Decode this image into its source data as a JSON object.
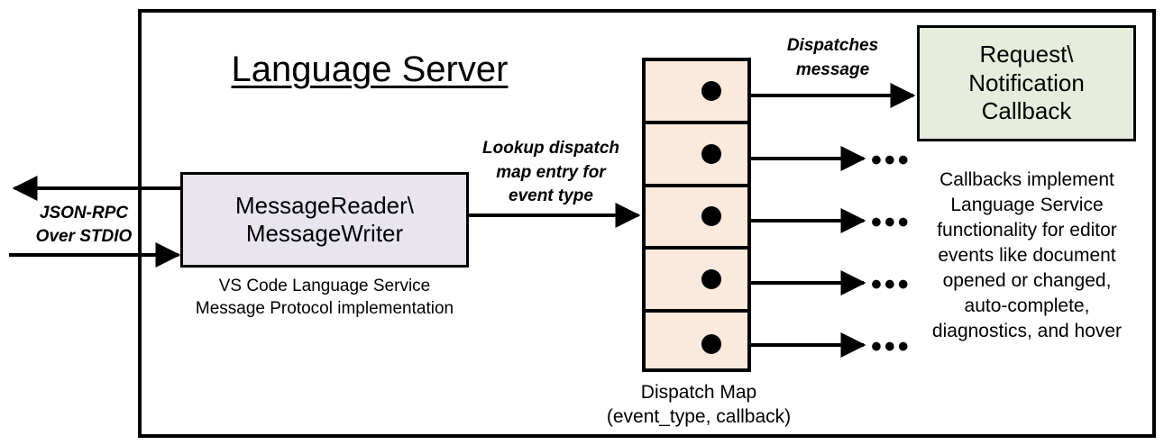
{
  "diagram": {
    "title": "Language Server",
    "outer_frame": {
      "name": "language-server-boundary"
    }
  },
  "message_reader": {
    "box_label": "MessageReader\\\nMessageWriter",
    "caption": "VS Code Language Service\nMessage Protocol implementation"
  },
  "edges": {
    "jsonrpc": "JSON-RPC\nOver STDIO",
    "lookup": "Lookup dispatch\nmap entry for\nevent type",
    "dispatches": "Dispatches\nmessage"
  },
  "dispatch_map": {
    "caption": "Dispatch Map\n(event_type, callback)",
    "cell_count": 5,
    "cells": [
      {
        "index": 0,
        "has_dot": true,
        "outgoing": "callback-box"
      },
      {
        "index": 1,
        "has_dot": true,
        "outgoing": "ellipsis"
      },
      {
        "index": 2,
        "has_dot": true,
        "outgoing": "ellipsis"
      },
      {
        "index": 3,
        "has_dot": true,
        "outgoing": "ellipsis"
      },
      {
        "index": 4,
        "has_dot": true,
        "outgoing": "ellipsis"
      }
    ],
    "ellipsis": "•••"
  },
  "callback": {
    "box_label": "Request\\\nNotification\nCallback",
    "caption": "Callbacks implement\nLanguage Service\nfunctionality for editor\nevents like document\nopened or changed,\nauto-complete,\ndiagnostics, and hover"
  },
  "colors": {
    "message_reader_fill": "#E8E5EF",
    "dispatch_map_fill": "#FBE9DC",
    "callback_fill": "#E7EDDD",
    "stroke": "#000000",
    "background": "#FFFFFF"
  }
}
